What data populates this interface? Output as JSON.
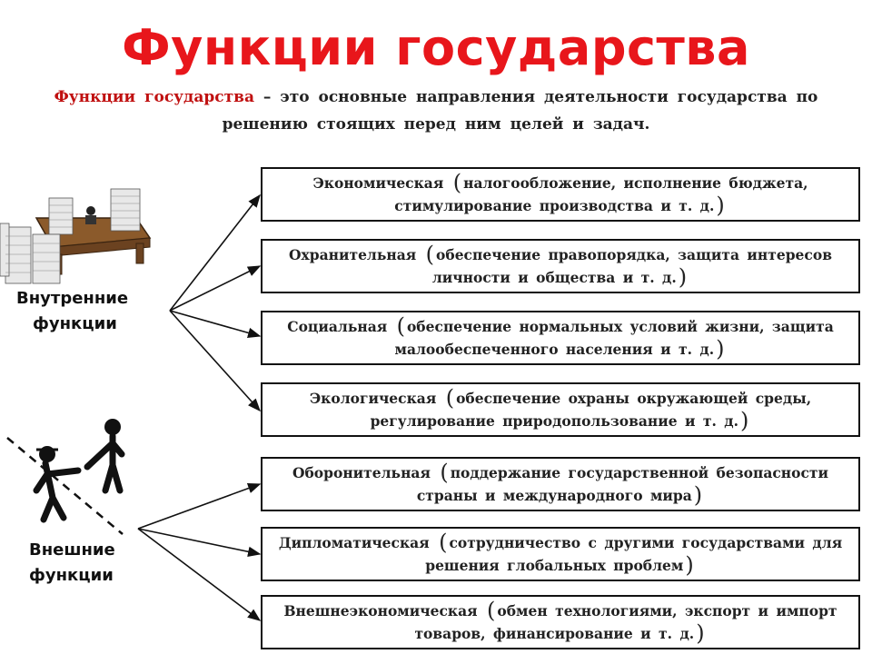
{
  "title": "Функции государства",
  "definition": {
    "term": "Функции государства",
    "text": " – это основные направления деятельности государства по решению стоящих перед ним целей и задач."
  },
  "groups": [
    {
      "label_line1": "Внутренние",
      "label_line2": "функции",
      "icon": "desk-with-paper-stacks-icon",
      "items": [
        {
          "name": "Экономическая",
          "desc": "налогообложение, исполнение бюджета, стимулирование производства и т. д."
        },
        {
          "name": "Охранительная",
          "desc": "обеспечение правопорядка, защита интересов личности и общества и т. д."
        },
        {
          "name": "Социальная",
          "desc": "обеспечение нормальных условий жизни, защита малообеспеченного населения и т. д."
        },
        {
          "name": "Экологическая",
          "desc": "обеспечение охраны окружающей среды, регулирование природопользование и т. д."
        }
      ]
    },
    {
      "label_line1": "Внешние",
      "label_line2": "функции",
      "icon": "handshake-figures-icon",
      "items": [
        {
          "name": "Оборонительная",
          "desc": "поддержание государственной безопасности страны и международного мира"
        },
        {
          "name": "Дипломатическая",
          "desc": "сотрудничество с другими государствами для решения глобальных проблем"
        },
        {
          "name": "Внешнеэкономическая",
          "desc": "обмен технологиями, экспорт и импорт товаров, финансирование и т. д."
        }
      ]
    }
  ],
  "colors": {
    "title": "#e8161b",
    "term": "#c01010",
    "text": "#222222",
    "border": "#111111"
  }
}
